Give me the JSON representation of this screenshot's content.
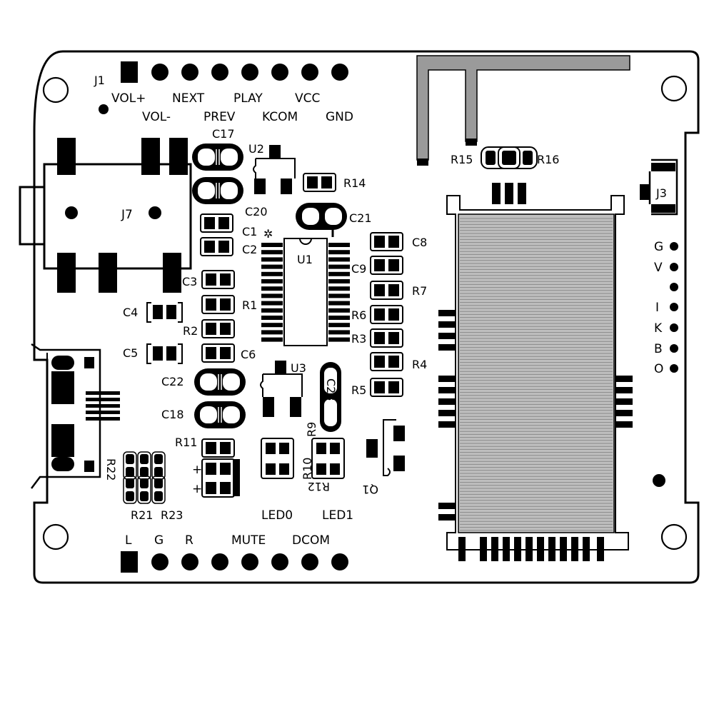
{
  "board": {
    "colors": {
      "ink": "#000000",
      "board_bg": "#ffffff",
      "flex_gray": "#bfbfbf",
      "antenna_gray": "#9a9a9a"
    },
    "labels": {
      "j1": "J1",
      "vol_plus": "VOL+",
      "next": "NEXT",
      "play": "PLAY",
      "vcc": "VCC",
      "vol_minus": "VOL-",
      "prev": "PREV",
      "kcom": "KCOM",
      "gnd": "GND",
      "c17": "C17",
      "u2": "U2",
      "r14": "R14",
      "j7": "J7",
      "c20": "C20",
      "c21": "C21",
      "c1": "C1",
      "c2": "C2",
      "u1": "U1",
      "c8": "C8",
      "c9": "C9",
      "c3": "C3",
      "r7": "R7",
      "r1": "R1",
      "r6": "R6",
      "c4": "C4",
      "r2": "R2",
      "r3": "R3",
      "c5": "C5",
      "c6": "C6",
      "r4": "R4",
      "u3": "U3",
      "c22": "C22",
      "c23": "C23",
      "r5": "R5",
      "c18": "C18",
      "r9": "R9",
      "r11": "R11",
      "r10": "R10",
      "r22": "R22",
      "r12": "R12",
      "q1": "Q1",
      "r21": "R21",
      "r23": "R23",
      "led0": "LED0",
      "led1": "LED1",
      "l": "L",
      "g": "G",
      "r": "R",
      "mute": "MUTE",
      "dcom": "DCOM",
      "r15": "R15",
      "r16": "R16",
      "j3": "J3",
      "pin_g": "G",
      "pin_v": "V",
      "pin_i": "I",
      "pin_k": "K",
      "pin_b": "B",
      "pin_o": "O",
      "plus1": "+",
      "plus2": "+"
    }
  }
}
